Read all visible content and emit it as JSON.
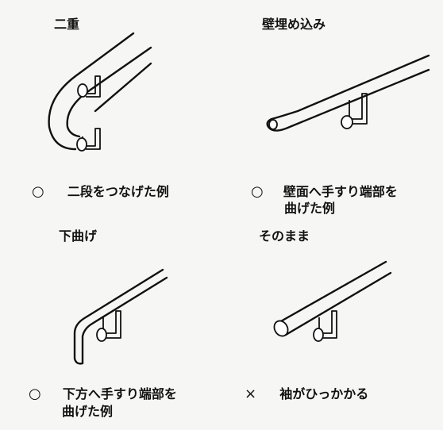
{
  "panels": {
    "top_left": {
      "title": "二重",
      "symbol": "○",
      "caption_lines": [
        "二段をつなげた例"
      ]
    },
    "top_right": {
      "title": "壁埋め込み",
      "symbol": "○",
      "caption_lines": [
        "壁面へ手すり端部を",
        "曲げた例"
      ]
    },
    "bottom_left": {
      "title": "下曲げ",
      "symbol": "○",
      "caption_lines": [
        "下方へ手すり端部を",
        "曲げた例"
      ]
    },
    "bottom_right": {
      "title": "そのまま",
      "symbol": "×",
      "caption_lines": [
        "袖がひっかかる"
      ]
    }
  }
}
